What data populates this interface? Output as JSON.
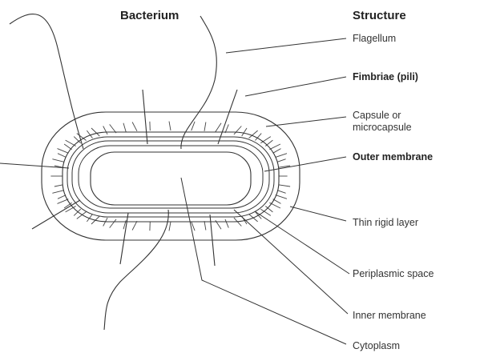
{
  "diagram": {
    "headers": {
      "left": "Bacterium",
      "right": "Structure"
    },
    "labels": {
      "flagellum": "Flagellum",
      "fimbriae": "Fimbriae (pili)",
      "capsule_1": "Capsule or",
      "capsule_2": "microcapsule",
      "outer_membrane": "Outer membrane",
      "thin_rigid_layer": "Thin rigid layer",
      "periplasmic_space": "Periplasmic space",
      "inner_membrane": "Inner membrane",
      "cytoplasm": "Cytoplasm"
    }
  }
}
